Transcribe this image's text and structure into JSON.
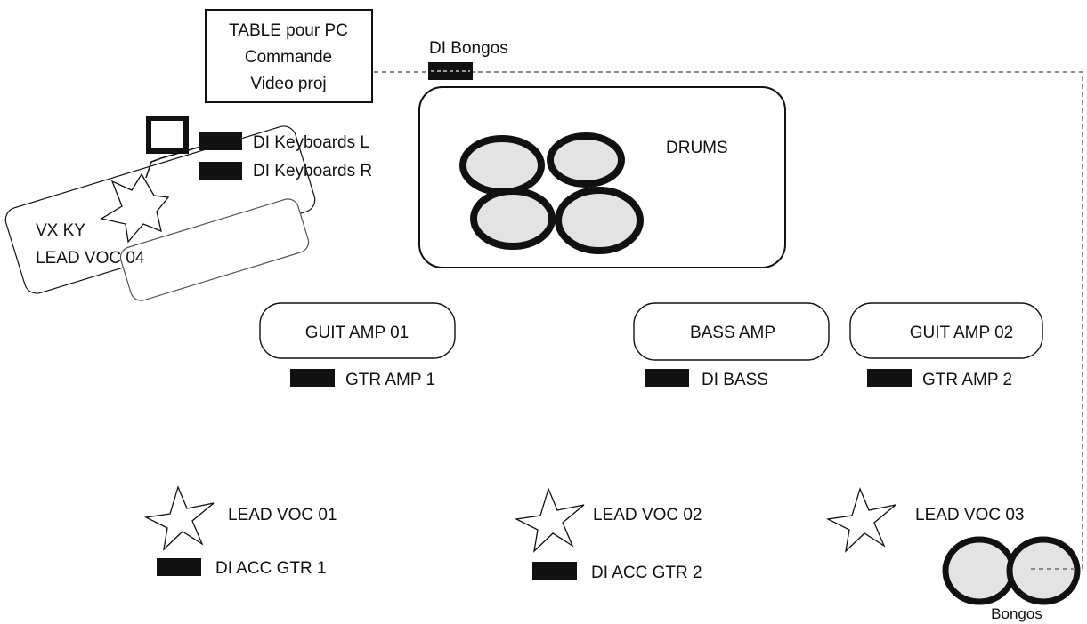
{
  "pc_table": {
    "lines": [
      "TABLE pour PC",
      "Commande",
      "Video proj"
    ]
  },
  "drums": {
    "label": "DRUMS"
  },
  "keyboard": {
    "line1": "VX  KY",
    "line2": "LEAD VOC 04"
  },
  "di_keyboards_l": {
    "label": "DI Keyboards  L"
  },
  "di_keyboards_r": {
    "label": "DI Keyboards  R"
  },
  "di_bongos": {
    "label": "DI Bongos"
  },
  "guit_amp_01": {
    "label": "GUIT AMP 01",
    "di_label": "GTR  AMP 1"
  },
  "bass_amp": {
    "label": "BASS AMP",
    "di_label": "DI BASS"
  },
  "guit_amp_02": {
    "label": "GUIT AMP 02",
    "di_label": "GTR  AMP 2"
  },
  "lead_voc_01": {
    "label": "LEAD VOC  01",
    "di_label": "DI ACC GTR 1"
  },
  "lead_voc_02": {
    "label": "LEAD VOC  02",
    "di_label": "DI ACC GTR 2"
  },
  "lead_voc_03": {
    "label": "LEAD VOC  03"
  },
  "bongos": {
    "label": "Bongos"
  },
  "colors": {
    "stroke": "#111111",
    "drum_fill": "#e3e3e3",
    "cable": "#888888",
    "background": "#ffffff"
  }
}
